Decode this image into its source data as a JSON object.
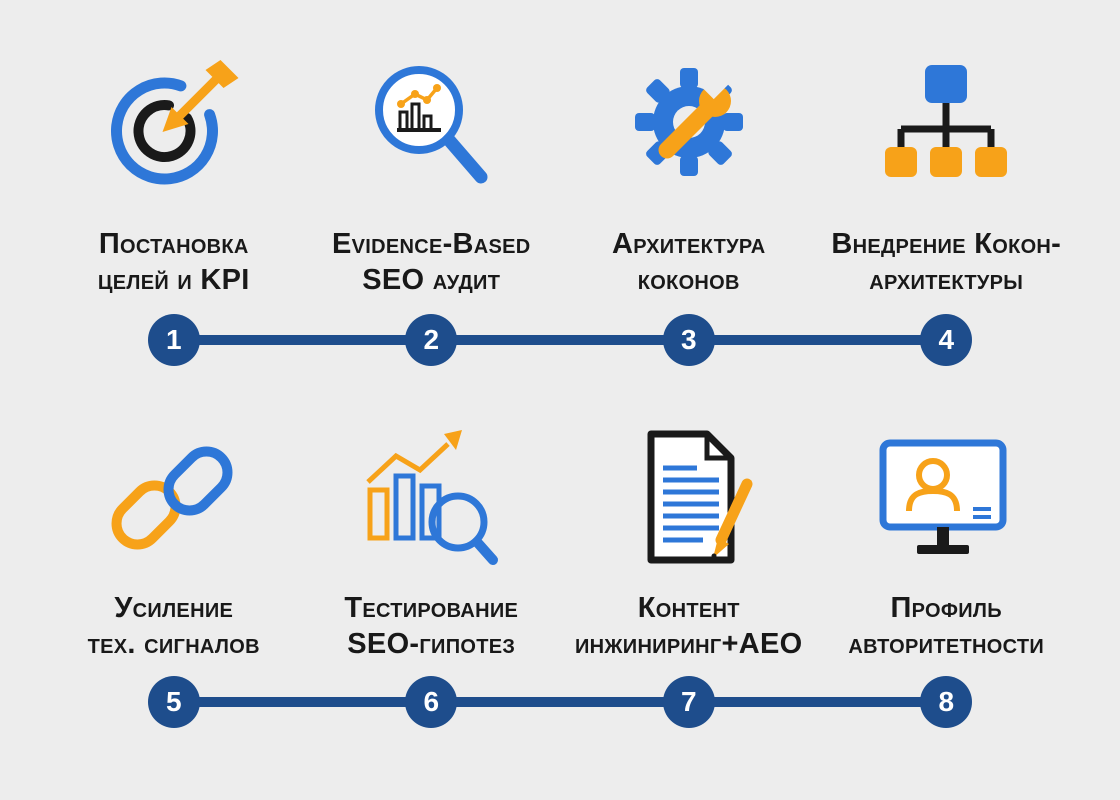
{
  "colors": {
    "blue": "#2E77D8",
    "orange": "#F7A219",
    "navy": "#1E4D8C",
    "text": "#191919",
    "background": "#EDEDED"
  },
  "steps": [
    {
      "number": "1",
      "line1": "Постановка",
      "line2": "целей и KPI",
      "icon": "target-icon"
    },
    {
      "number": "2",
      "line1": "Evidence-Based",
      "line2": "SEO аудит",
      "icon": "analytics-magnifier-icon"
    },
    {
      "number": "3",
      "line1": "Архитектура",
      "line2": "коконов",
      "icon": "gear-wrench-icon"
    },
    {
      "number": "4",
      "line1": "Внедрение Кокон-",
      "line2": "архитектуры",
      "icon": "sitemap-icon"
    },
    {
      "number": "5",
      "line1": "Усиление",
      "line2": "тех. сигналов",
      "icon": "chain-link-icon"
    },
    {
      "number": "6",
      "line1": "Тестирование",
      "line2": "SEO-гипотез",
      "icon": "chart-magnifier-icon"
    },
    {
      "number": "7",
      "line1": "Контент",
      "line2": "инжиниринг+AEO",
      "icon": "document-pen-icon"
    },
    {
      "number": "8",
      "line1": "Профиль",
      "line2": "авторитетности",
      "icon": "monitor-user-icon"
    }
  ]
}
